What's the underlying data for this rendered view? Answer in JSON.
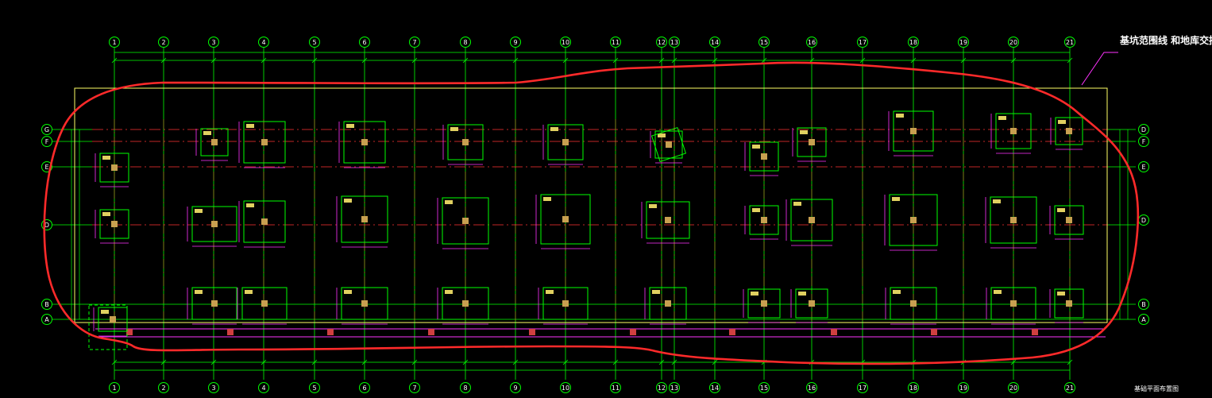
{
  "drawing": {
    "annotation": "基坑范围线 和地库交接处到地库盖",
    "title": "基础平面布置图",
    "colors": {
      "background": "#000000",
      "axis": "#00ff00",
      "gridline_dash": "#ff3333",
      "footing": "#00ff00",
      "dimension": "#ff33ff",
      "column": "#c8a050",
      "boundary": "#ffff66",
      "highlight": "#ff2a2a",
      "text": "#ffffff",
      "bubble": "#00ff00"
    },
    "axes_x": [
      "1",
      "2",
      "3",
      "4",
      "5",
      "6",
      "7",
      "8",
      "9",
      "10",
      "11",
      "12",
      "13",
      "14",
      "15",
      "16",
      "17",
      "18",
      "19",
      "20",
      "21"
    ],
    "axes_y": [
      "G",
      "F",
      "E",
      "D",
      "B",
      "A"
    ],
    "axes_y_right": [
      "D",
      "F",
      "E",
      "D",
      "B",
      "A"
    ]
  }
}
